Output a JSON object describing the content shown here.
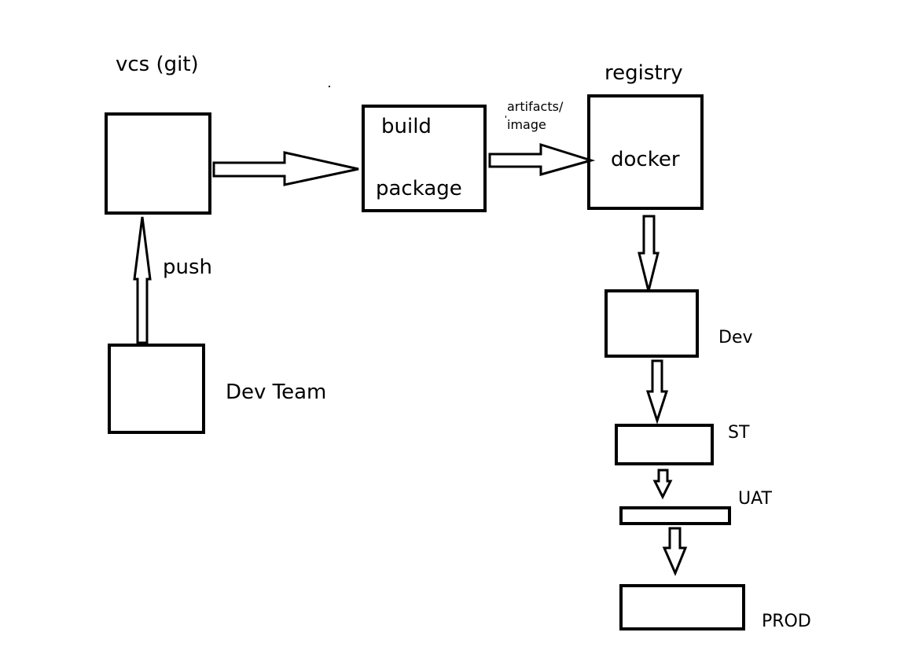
{
  "labels": {
    "vcs": "vcs (git)",
    "push": "push",
    "dev_team": "Dev Team",
    "build": "build",
    "package": "package",
    "artifacts_line1": "artifacts/",
    "artifacts_line2": "image",
    "registry": "registry",
    "docker": "docker",
    "env_dev": "Dev",
    "env_st": "ST",
    "env_uat": "UAT",
    "env_prod": "PROD"
  },
  "colors": {
    "stroke": "#000000",
    "background": "#ffffff"
  }
}
